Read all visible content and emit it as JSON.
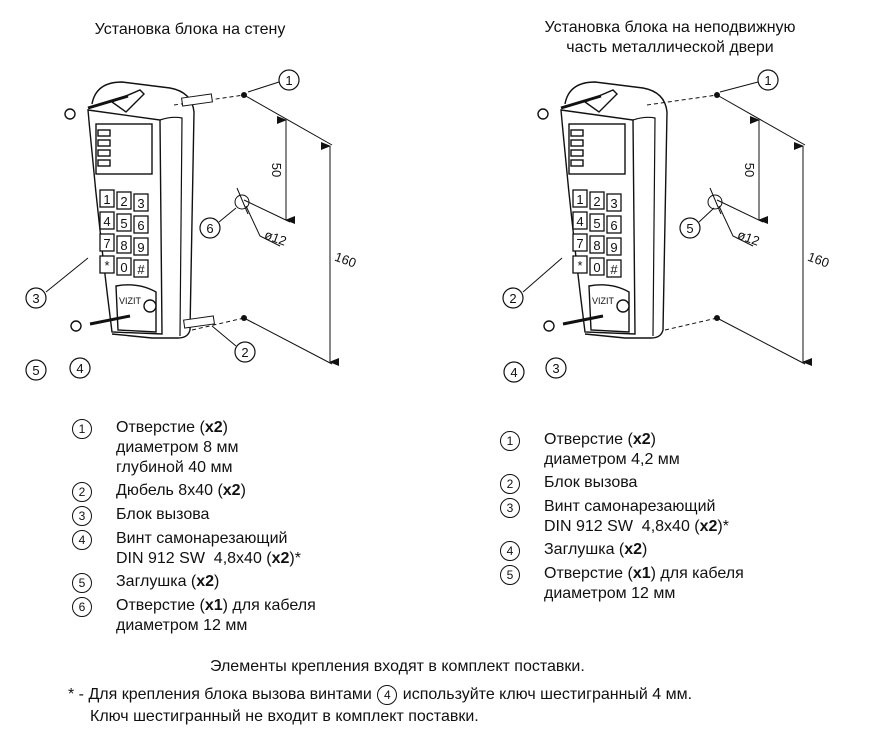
{
  "left": {
    "title": "Установка блока на стену",
    "dims": {
      "d50": "50",
      "d160": "160",
      "dia": "ø12"
    },
    "callouts": [
      "1",
      "2",
      "3",
      "4",
      "5",
      "6"
    ],
    "device": {
      "brand": "VIZIT",
      "keys": [
        "1",
        "2",
        "3",
        "4",
        "5",
        "6",
        "7",
        "8",
        "9",
        "*",
        "0",
        "#"
      ]
    },
    "legend": [
      {
        "num": "1",
        "lines": [
          [
            "Отверстие (",
            "x2",
            ")"
          ],
          [
            "диаметром 8 мм"
          ],
          [
            "глубиной 40 мм"
          ]
        ]
      },
      {
        "num": "2",
        "lines": [
          [
            "Дюбель 8х40 (",
            "x2",
            ")"
          ]
        ]
      },
      {
        "num": "3",
        "lines": [
          [
            "Блок вызова"
          ]
        ]
      },
      {
        "num": "4",
        "lines": [
          [
            "Винт самонарезающий"
          ],
          [
            "DIN 912 SW  4,8x40 (",
            "x2",
            ")*"
          ]
        ]
      },
      {
        "num": "5",
        "lines": [
          [
            "Заглушка (",
            "x2",
            ")"
          ]
        ]
      },
      {
        "num": "6",
        "lines": [
          [
            "Отверстие (",
            "x1",
            ") для кабеля"
          ],
          [
            "диаметром 12 мм"
          ]
        ]
      }
    ]
  },
  "right": {
    "title_line1": "Установка блока на неподвижную",
    "title_line2": "часть металлической двери",
    "dims": {
      "d50": "50",
      "d160": "160",
      "dia": "ø12"
    },
    "callouts": [
      "1",
      "2",
      "3",
      "4",
      "5"
    ],
    "device": {
      "brand": "VIZIT",
      "keys": [
        "1",
        "2",
        "3",
        "4",
        "5",
        "6",
        "7",
        "8",
        "9",
        "*",
        "0",
        "#"
      ]
    },
    "legend": [
      {
        "num": "1",
        "lines": [
          [
            "Отверстие (",
            "x2",
            ")"
          ],
          [
            "диаметром 4,2 мм"
          ]
        ]
      },
      {
        "num": "2",
        "lines": [
          [
            "Блок вызова"
          ]
        ]
      },
      {
        "num": "3",
        "lines": [
          [
            "Винт самонарезающий"
          ],
          [
            "DIN 912 SW  4,8x40 (",
            "x2",
            ")*"
          ]
        ]
      },
      {
        "num": "4",
        "lines": [
          [
            "Заглушка (",
            "x2",
            ")"
          ]
        ]
      },
      {
        "num": "5",
        "lines": [
          [
            "Отверстие (",
            "x1",
            ") для кабеля"
          ],
          [
            "диаметром 12 мм"
          ]
        ]
      }
    ]
  },
  "footer": {
    "included": "Элементы крепления входят в комплект поставки.",
    "note_prefix": "* - Для крепления блока вызова винтами",
    "note_ref": "4",
    "note_suffix": "используйте ключ шестигранный 4 мм.",
    "note_line2": "Ключ шестигранный не входит в комплект поставки."
  }
}
